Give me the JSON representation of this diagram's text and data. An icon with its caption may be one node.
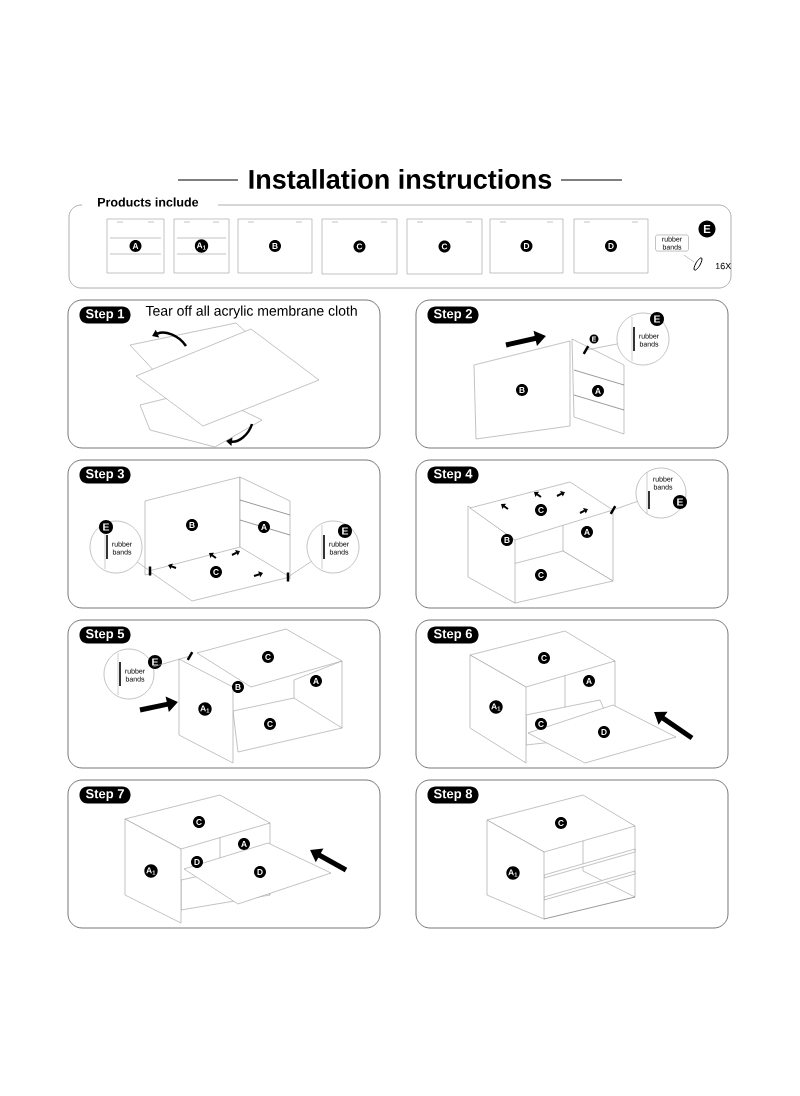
{
  "diagram": {
    "title": "Installation instructions",
    "nodes": [
      {
        "text": [
          "Products include"
        ]
      },
      {
        "text": [
          "A"
        ],
        "in": 0
      },
      {
        "text": [
          "A$_{1}$"
        ],
        "in": 0
      },
      {
        "text": [
          "B"
        ],
        "in": 0
      },
      {
        "text": [
          "C"
        ],
        "in": 0
      },
      {
        "text": [
          "C"
        ],
        "in": 0
      },
      {
        "text": [
          "D"
        ],
        "in": 0
      },
      {
        "text": [
          "D"
        ],
        "in": 0
      },
      {
        "text": [
          "rubber bands"
        ],
        "in": 0
      },
      {
        "text": [
          "E"
        ],
        "in": 0
      },
      {
        "text": [
          "Tear off all acrylic membrane cloth"
        ]
      },
      {
        "text": [
          "Step 1"
        ],
        "in": 10
      },
      {
        "text": [],
        "shape": "box"
      },
      {
        "text": [
          "Step 2"
        ],
        "in": 12
      },
      {
        "text": [
          "E",
          "rubber bands"
        ],
        "in": 12
      },
      {
        "text": [],
        "shape": "box"
      },
      {
        "text": [
          "Step 3"
        ],
        "in": 15
      },
      {
        "text": [
          "E",
          "rubber bands"
        ],
        "in": 15
      },
      {
        "text": [
          "E",
          "rubber bands"
        ],
        "in": 15
      },
      {
        "text": [],
        "shape": "box"
      },
      {
        "text": [
          "Step 4"
        ],
        "in": 19
      },
      {
        "text": [
          "rubber bands",
          "E"
        ],
        "in": 19
      },
      {
        "text": [],
        "shape": "box"
      },
      {
        "text": [
          "Step 5"
        ],
        "in": 22
      },
      {
        "text": [
          "E",
          "rubber bands"
        ],
        "in": 22
      },
      {
        "text": [],
        "shape": "box"
      },
      {
        "text": [
          "Step 6"
        ],
        "in": 25
      },
      {
        "text": [],
        "shape": "box"
      },
      {
        "text": [
          "Step 7"
        ],
        "in": 27
      },
      {
        "text": [],
        "shape": "box"
      },
      {
        "text": [
          "Step 8"
        ],
        "in": 29
      },
      {
        "text": [],
        "shape": "bar",
        "in": 12
      },
      {
        "text": [],
        "shape": "bar",
        "in": 15
      },
      {
        "text": [],
        "shape": "bar",
        "in": 15
      },
      {
        "text": [],
        "shape": "bar",
        "in": 19
      },
      {
        "text": [],
        "shape": "bar",
        "in": 22
      }
    ],
    "edges": [
      {
        "from": 14,
        "to": 31,
        "arrow": "none"
      },
      {
        "from": 17,
        "to": 32,
        "arrow": "none"
      },
      {
        "from": 18,
        "to": 33,
        "arrow": "none"
      },
      {
        "from": 21,
        "to": 34,
        "arrow": "none"
      },
      {
        "from": 24,
        "to": 35,
        "arrow": "none"
      }
    ],
    "labels": [
      "16X",
      "E",
      "B",
      "A",
      "B",
      "A",
      "C",
      "C",
      "B",
      "A",
      "C",
      "C",
      "A",
      "B",
      "A$_{1}$",
      "C",
      "C",
      "A",
      "A$_{1}$",
      "C",
      "D",
      "C",
      "A",
      "D",
      "A$_{1}$",
      "D",
      "C",
      "A$_{1}$"
    ]
  }
}
